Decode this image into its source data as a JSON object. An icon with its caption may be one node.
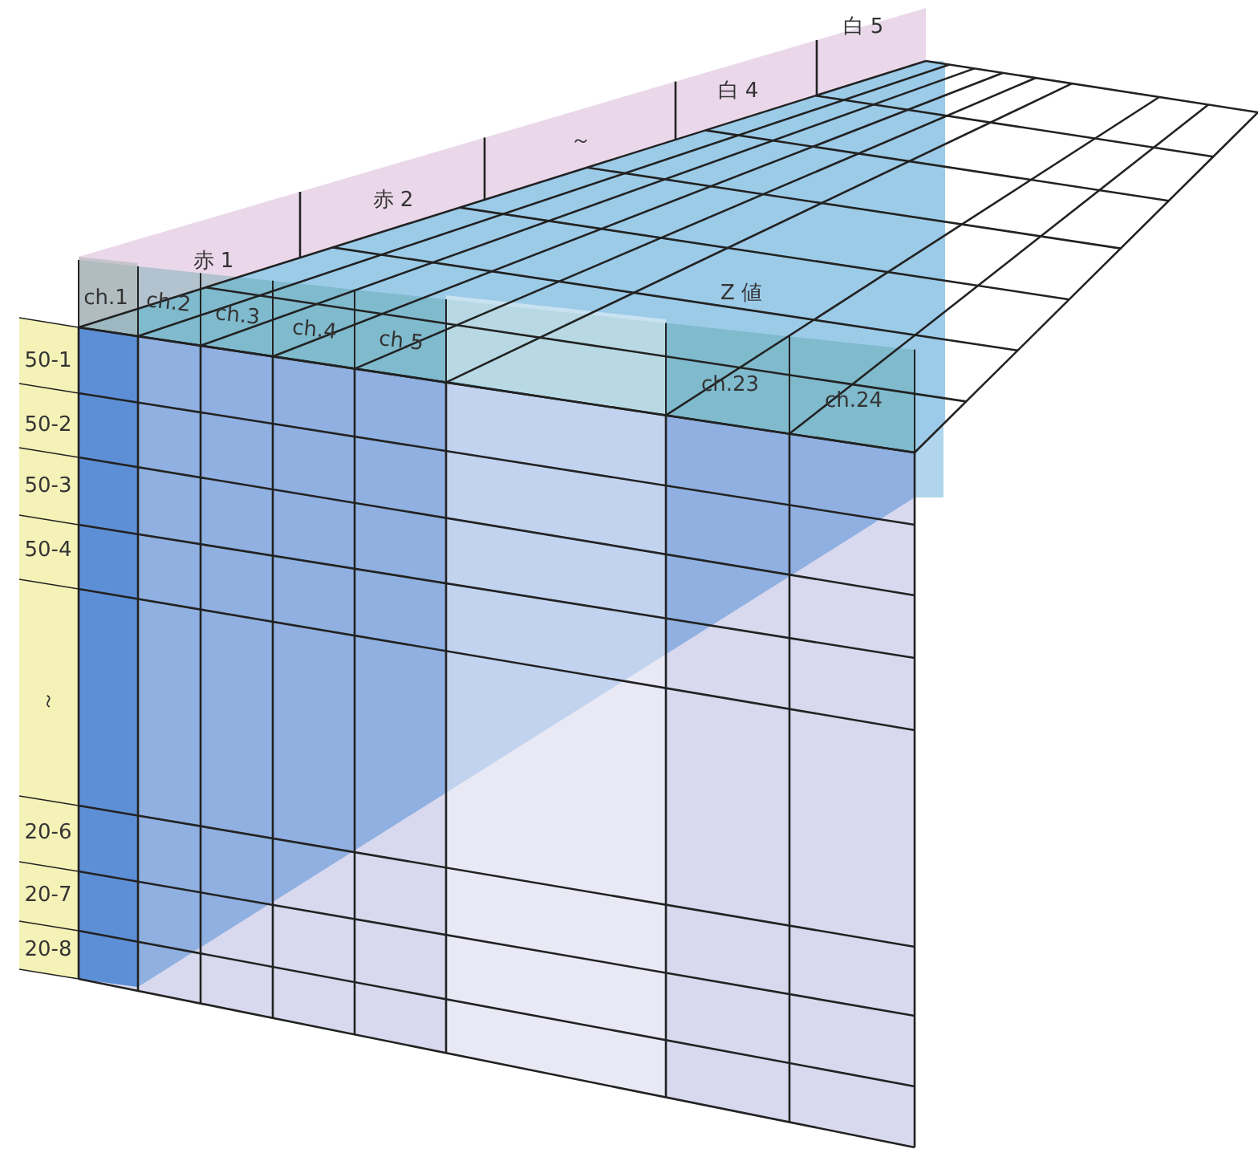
{
  "diagram": {
    "labels": [
      "赤 1",
      "赤 2",
      "～",
      "白 4",
      "白 5",
      "ch.1",
      "ch.2",
      "ch.3",
      "ch.4",
      "ch.5",
      "Z 値",
      "ch.23",
      "ch.24",
      "50-1",
      "50-2",
      "50-3",
      "50-4",
      "～",
      "20-6",
      "20-7",
      "20-8"
    ]
  }
}
